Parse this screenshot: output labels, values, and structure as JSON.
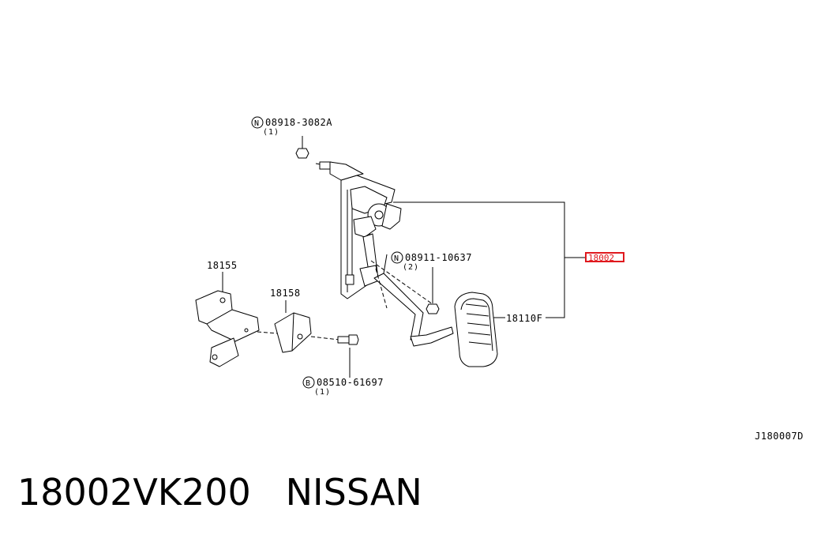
{
  "fastener_1": {
    "symbol": "N",
    "code": "08918-3082A",
    "qty": "(1)"
  },
  "fastener_2": {
    "symbol": "N",
    "code": "08911-10637",
    "qty": "(2)"
  },
  "fastener_3": {
    "symbol": "B",
    "code": "08510-61697",
    "qty": "(1)"
  },
  "part_bracket_left": "18155",
  "part_bracket_mid": "18158",
  "part_pad": "18110F",
  "part_assembly": "18002",
  "diagram_code": "J180007D",
  "caption": {
    "part_number": "18002VK200",
    "brand": "NISSAN"
  },
  "highlight_color": "#e0191e"
}
